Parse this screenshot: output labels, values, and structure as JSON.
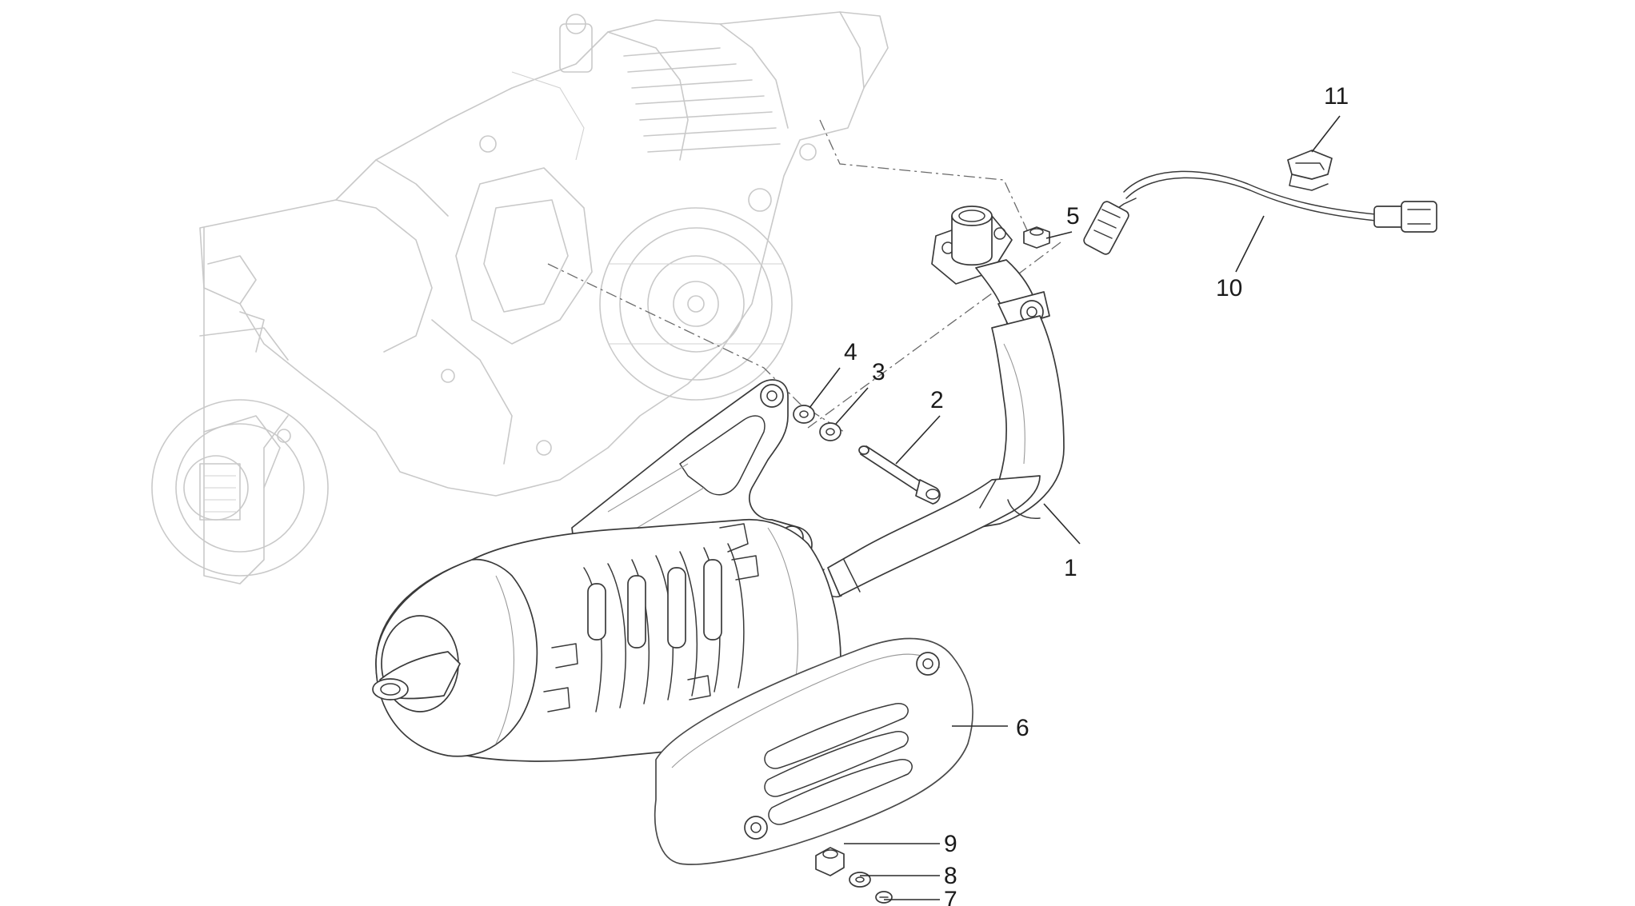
{
  "diagram": {
    "callouts": [
      {
        "id": "1",
        "label": "1"
      },
      {
        "id": "2",
        "label": "2"
      },
      {
        "id": "3",
        "label": "3"
      },
      {
        "id": "4",
        "label": "4"
      },
      {
        "id": "5",
        "label": "5"
      },
      {
        "id": "6",
        "label": "6"
      },
      {
        "id": "7",
        "label": "7"
      },
      {
        "id": "8",
        "label": "8"
      },
      {
        "id": "9",
        "label": "9"
      },
      {
        "id": "10",
        "label": "10"
      },
      {
        "id": "11",
        "label": "11"
      }
    ],
    "colors": {
      "ghost_engine": "#c9c9c9",
      "part_outline": "#3a3a3a",
      "background": "#ffffff"
    }
  }
}
